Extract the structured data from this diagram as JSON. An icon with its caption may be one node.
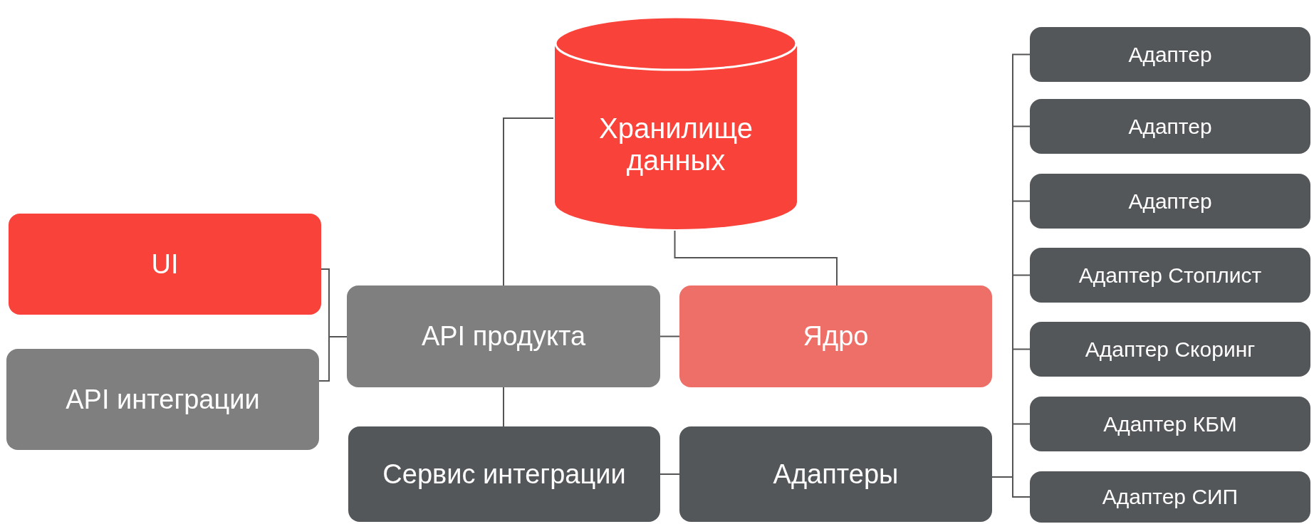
{
  "diagram": {
    "nodes": [
      {
        "text": [
          "Хранилище данных"
        ]
      },
      {
        "text": [
          "UI"
        ]
      },
      {
        "text": [
          "API интеграции"
        ]
      },
      {
        "text": [
          "API продукта"
        ]
      },
      {
        "text": [
          "Ядро"
        ]
      },
      {
        "text": [
          "Сервис интеграции"
        ]
      },
      {
        "text": [
          "Адаптеры"
        ]
      },
      {
        "text": [
          "Адаптер"
        ]
      },
      {
        "text": [
          "Адаптер"
        ]
      },
      {
        "text": [
          "Адаптер"
        ]
      },
      {
        "text": [
          "Адаптер Стоплист"
        ]
      },
      {
        "text": [
          "Адаптер Скоринг"
        ]
      },
      {
        "text": [
          "Адаптер КБМ"
        ]
      },
      {
        "text": [
          "Адаптер СИП"
        ]
      }
    ],
    "edges": [
      {
        "from": 3,
        "to": 0,
        "arrow": "none"
      },
      {
        "from": 0,
        "to": 4,
        "arrow": "none"
      },
      {
        "from": 1,
        "to": 3,
        "arrow": "none"
      },
      {
        "from": 2,
        "to": 3,
        "arrow": "none"
      },
      {
        "from": 3,
        "to": 4,
        "arrow": "none"
      },
      {
        "from": 3,
        "to": 5,
        "arrow": "none"
      },
      {
        "from": 5,
        "to": 6,
        "arrow": "none"
      },
      {
        "from": 6,
        "to": 7,
        "arrow": "none"
      },
      {
        "from": 6,
        "to": 8,
        "arrow": "none"
      },
      {
        "from": 6,
        "to": 9,
        "arrow": "none"
      },
      {
        "from": 6,
        "to": 10,
        "arrow": "none"
      },
      {
        "from": 6,
        "to": 11,
        "arrow": "none"
      },
      {
        "from": 6,
        "to": 12,
        "arrow": "none"
      },
      {
        "from": 6,
        "to": 13,
        "arrow": "none"
      }
    ]
  }
}
